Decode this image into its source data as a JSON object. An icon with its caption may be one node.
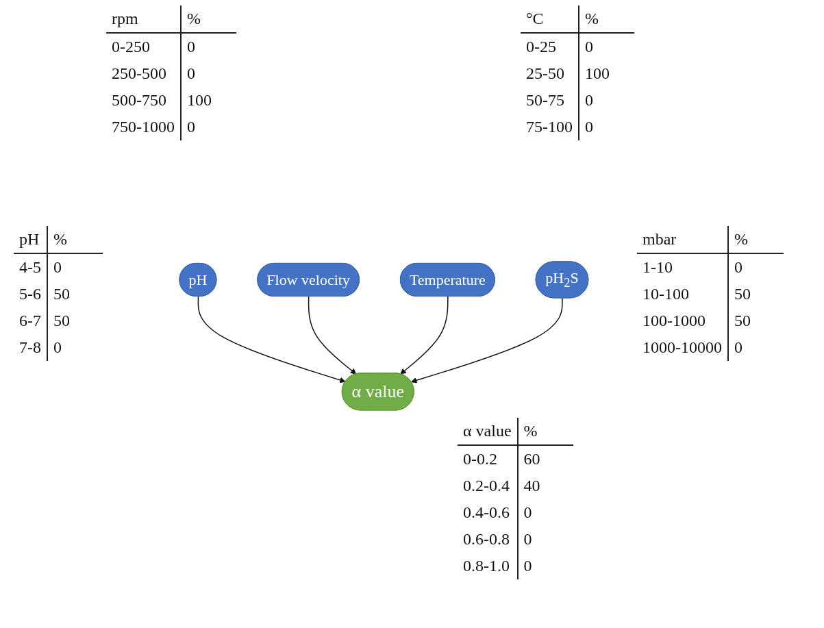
{
  "diagram": {
    "nodes": [
      {
        "text": [
          "Flow velocity"
        ]
      },
      {
        "text": [
          "Temperature"
        ]
      },
      {
        "text": [
          "pH"
        ]
      },
      {
        "text": [
          "pH$_{2}$S"
        ]
      },
      {
        "text": [
          "α value"
        ]
      }
    ],
    "edges": [
      {
        "from": 2,
        "to": 4,
        "arrow": "to"
      },
      {
        "from": 0,
        "to": 4,
        "arrow": "to"
      },
      {
        "from": 1,
        "to": 4,
        "arrow": "to"
      },
      {
        "from": 3,
        "to": 4,
        "arrow": "to"
      }
    ],
    "labels": [
      "rpm",
      "%",
      "0-250",
      "0",
      "250-500",
      "0",
      "500-750",
      "100",
      "750-1000",
      "0",
      "°C",
      "%",
      "0-25",
      "0",
      "25-50",
      "100",
      "50-75",
      "0",
      "75-100",
      "0",
      "pH",
      "%",
      "4-5",
      "0",
      "5-6",
      "50",
      "6-7",
      "50",
      "7-8",
      "0",
      "mbar",
      "%",
      "1-10",
      "0",
      "10-100",
      "50",
      "100-1000",
      "50",
      "1000-10000",
      "0",
      "α value",
      "%",
      "0-0.2",
      "60",
      "0.2-0.4",
      "40",
      "0.4-0.6",
      "0",
      "0.6-0.8",
      "0",
      "0.8-1.0",
      "0"
    ]
  }
}
